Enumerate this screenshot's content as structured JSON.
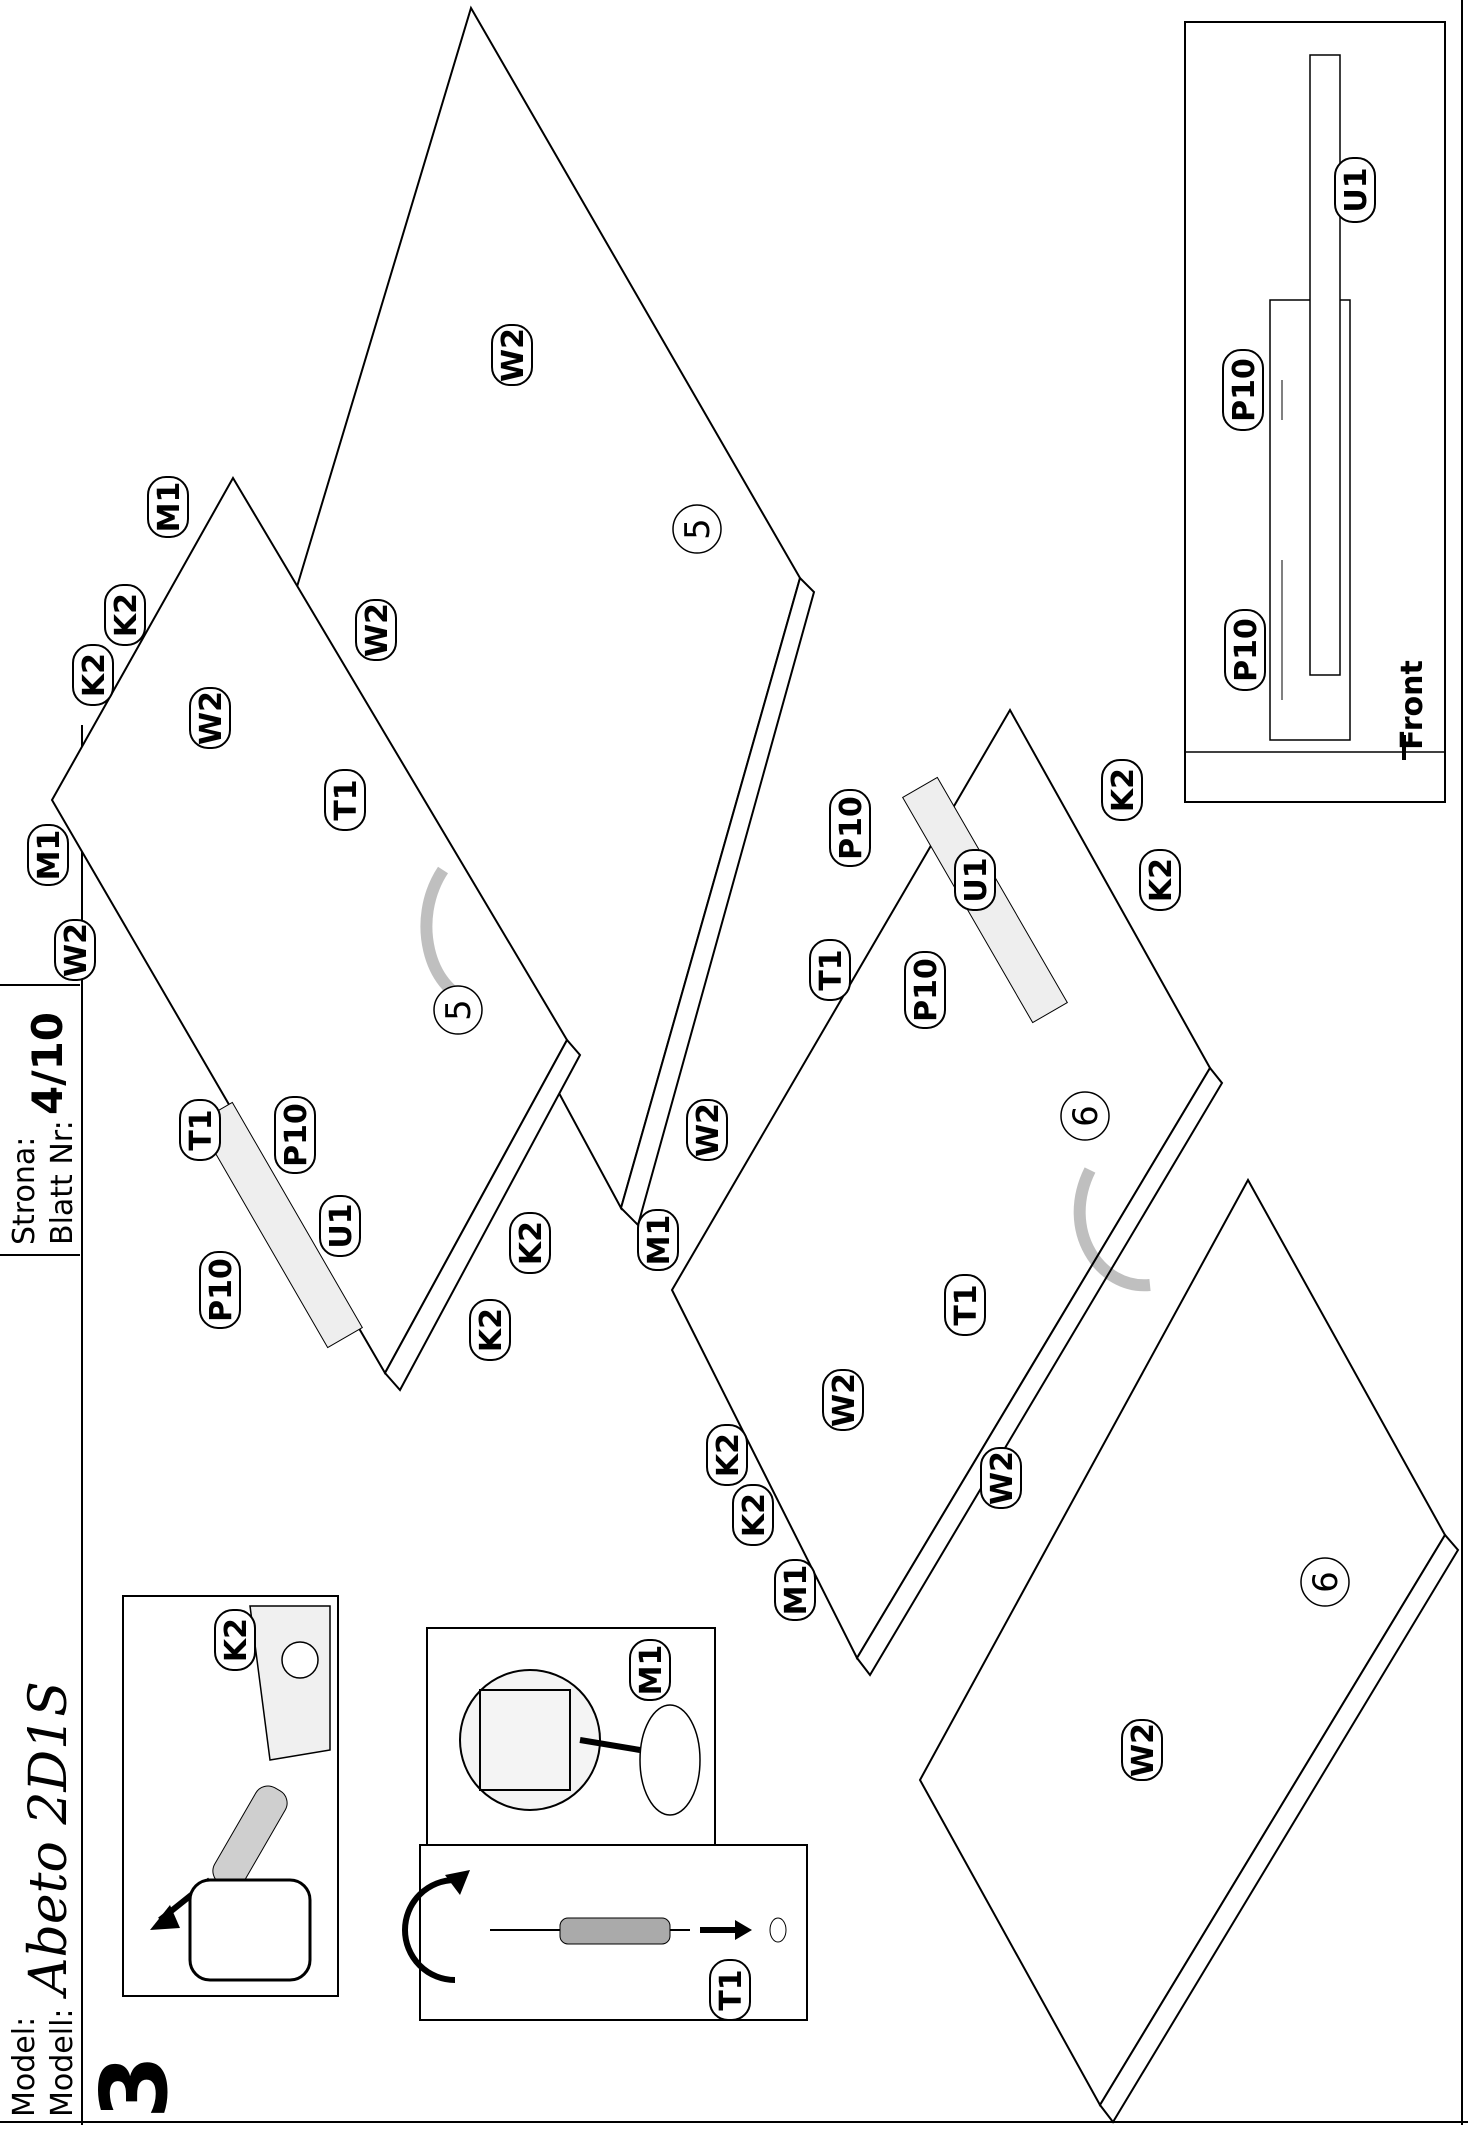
{
  "header": {
    "model_label_pl": "Model:",
    "model_label_de": "Modell:",
    "model_name": "Abeto 2D1S",
    "page_label_pl": "Strona:",
    "page_label_de": "Blatt Nr:",
    "page_number": "4/10"
  },
  "step_number": "3",
  "panels": {
    "p5_top": "5",
    "p5_bottom": "5",
    "p6_top": "6",
    "p6_bottom": "6"
  },
  "parts": {
    "W2": "W2",
    "K2": "K2",
    "M1": "M1",
    "T1": "T1",
    "P10": "P10",
    "U1": "U1"
  },
  "details": {
    "k2_label": "K2",
    "m1_label": "M1",
    "t1_label": "T1",
    "rail_front": "Front",
    "rail_u1": "U1",
    "rail_p10_a": "P10",
    "rail_p10_b": "P10"
  }
}
